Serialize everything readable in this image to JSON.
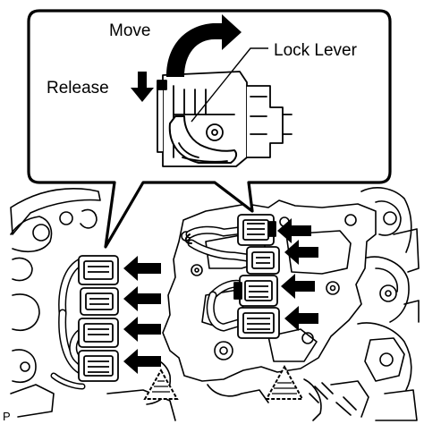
{
  "labels": {
    "move": "Move",
    "lock_lever": "Lock Lever",
    "release": "Release",
    "figure_mark": "P"
  },
  "icons": {
    "rotate_arrow": "curved-arrow-icon",
    "down_arrow": "down-arrow-icon",
    "callout_arrow": "left-arrow-icon",
    "caution_mark": "caution-triangle-icon"
  },
  "colors": {
    "ink": "#000000",
    "paper": "#ffffff"
  }
}
